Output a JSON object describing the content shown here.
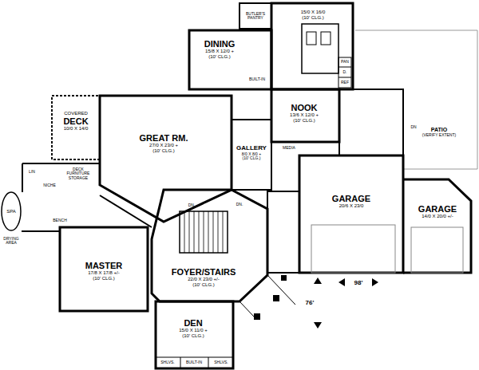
{
  "diagram": {
    "nodes": [
      {
        "text": [
          "DINING",
          "15/8 X 12/0 +",
          "(10' CLG.)"
        ]
      },
      {
        "text": [
          "15/0 X 16/0",
          "(10' CLG.)"
        ]
      },
      {
        "text": [
          "BUTLER'S PANTRY"
        ]
      },
      {
        "text": [
          "COVERED",
          "DECK",
          "10/0 X 14/0"
        ]
      },
      {
        "text": [
          "GREAT RM.",
          "27/0 X 23/0 +",
          "(10' CLG.)"
        ]
      },
      {
        "text": [
          "NOOK",
          "13/6 X 12/0 +",
          "(10' CLG.)"
        ]
      },
      {
        "text": [
          "GALLERY",
          "8/0 X 8/0 +",
          "(10' CLG.)"
        ]
      },
      {
        "text": [
          "PATIO",
          "(VERIFY EXTENT)"
        ]
      },
      {
        "text": [
          "GARAGE",
          "20/6 X 23/0"
        ]
      },
      {
        "text": [
          "GARAGE",
          "14/0 X 20/0 +/-"
        ]
      },
      {
        "text": [
          "SPA"
        ]
      },
      {
        "text": [
          "MASTER",
          "17/8 X 17/8 +/-",
          "(10' CLG.)"
        ]
      },
      {
        "text": [
          "FOYER/STAIRS",
          "22/0 X 23/0 +/-",
          "(10' CLG.)"
        ]
      },
      {
        "text": [
          "DEN",
          "15/0 X 11/0 +",
          "(10' CLG.)"
        ]
      }
    ],
    "labels": [
      "BUILT-IN",
      "PAN",
      "D.",
      "REF",
      "MEDIA",
      "DN.",
      "DN.",
      "DN",
      "LIN",
      "NICHE",
      "DECK FURNITURE STORAGE",
      "BENCH",
      "DRYING AREA",
      "SHLVS.",
      "BUILT-IN",
      "SHLVS.",
      "98'",
      "76'"
    ]
  }
}
